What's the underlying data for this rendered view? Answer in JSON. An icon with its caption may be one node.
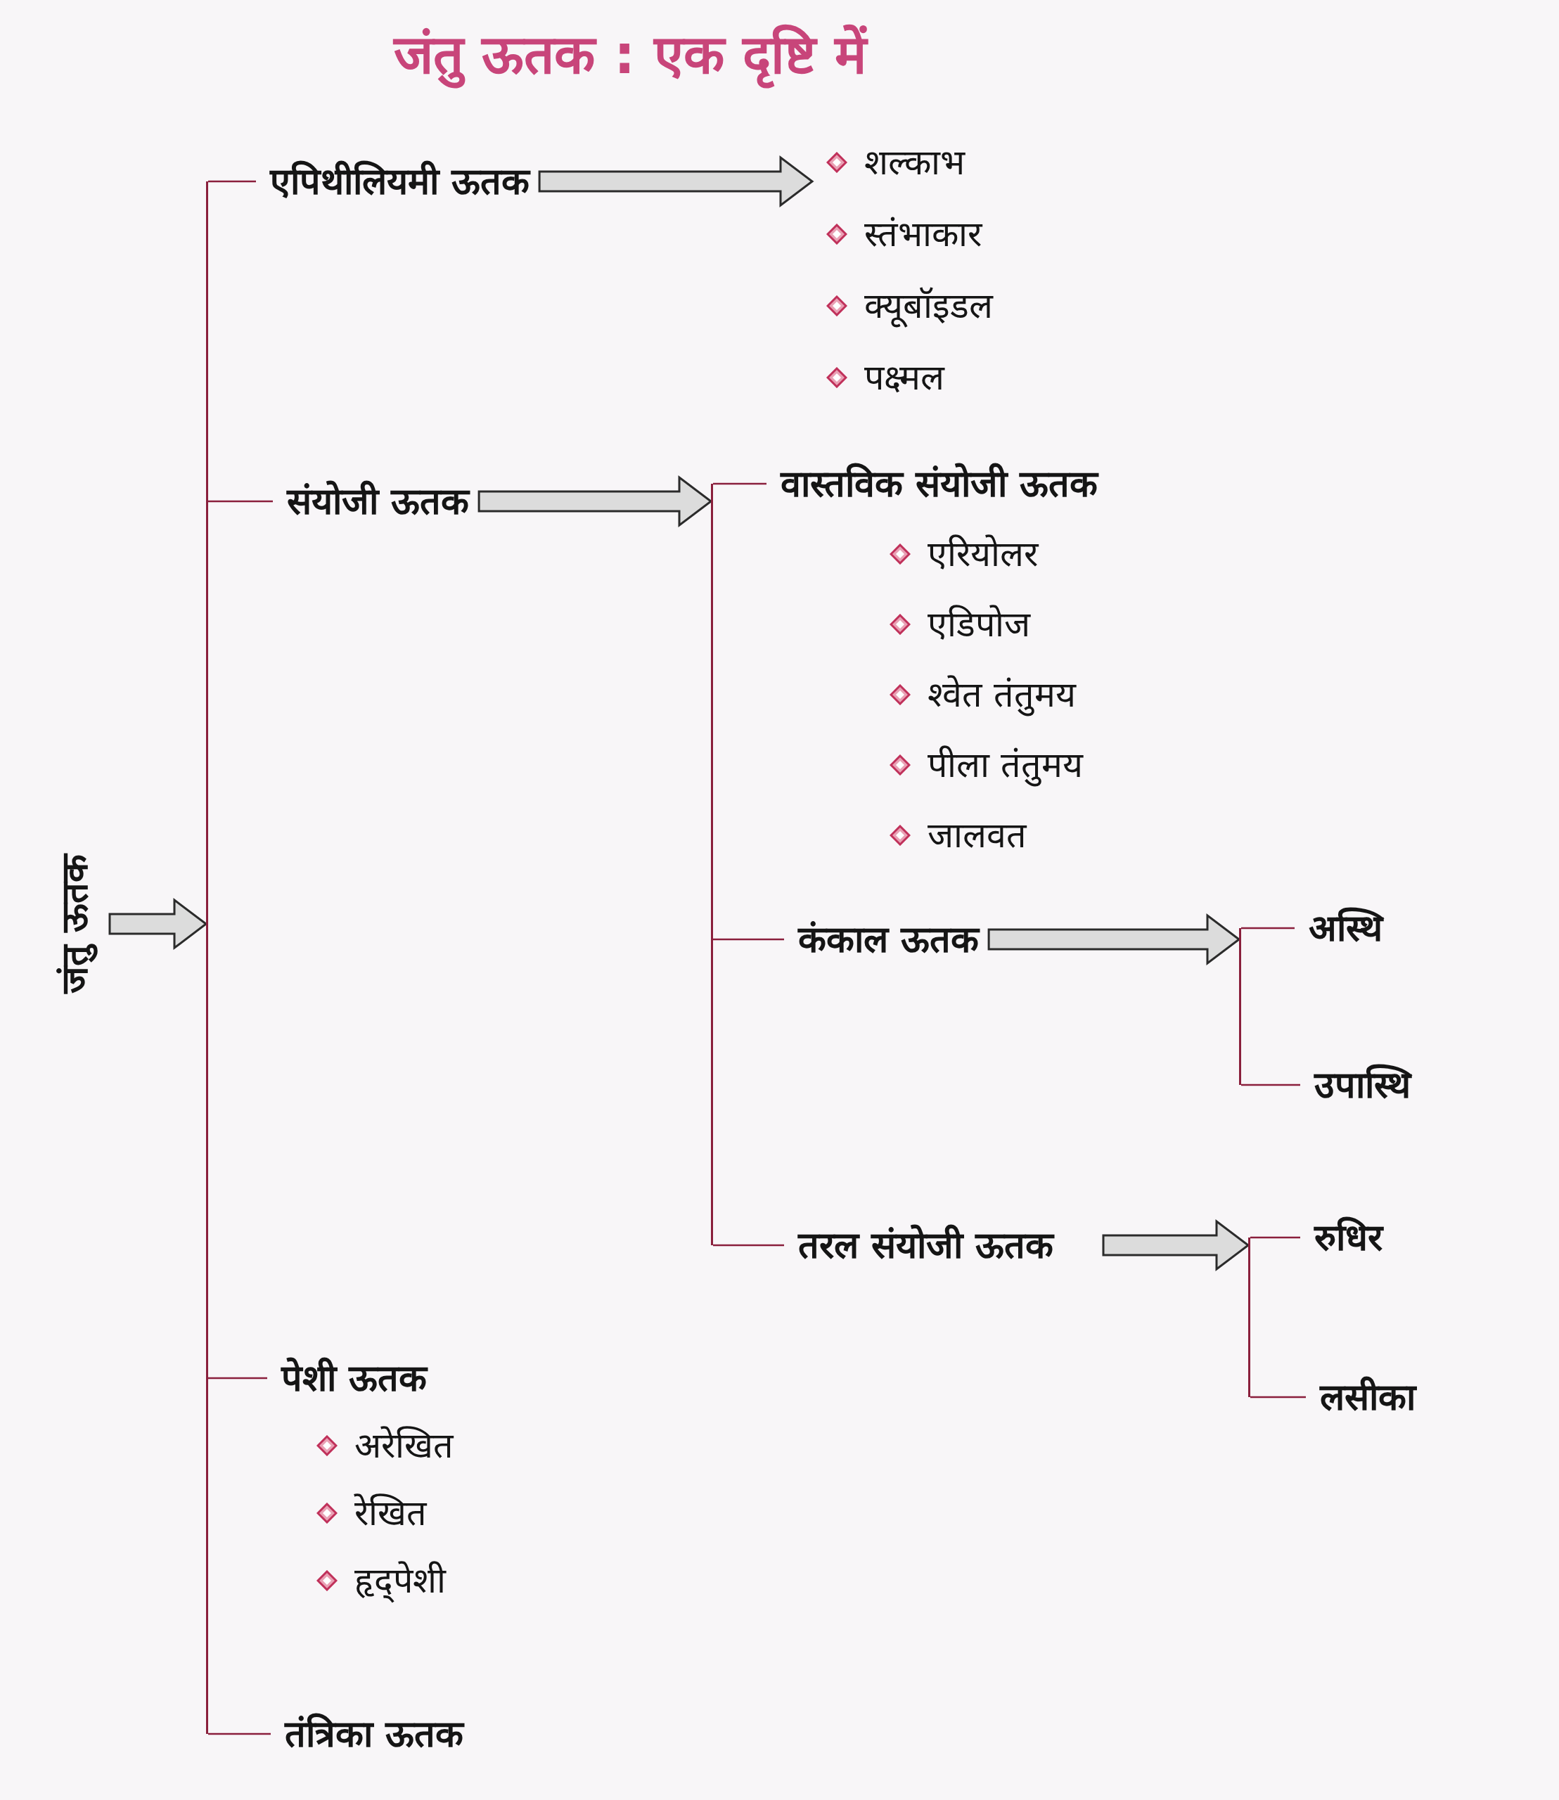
{
  "diagram": {
    "title": "जंतु ऊतक : एक दृष्टि में",
    "nodes": [
      {
        "text": [
          "जंतु ऊतक"
        ]
      },
      {
        "text": [
          "एपिथीलियमी ऊतक"
        ]
      },
      {
        "text": [
          "शल्काभ",
          "स्तंभाकार",
          "क्यूबॉइडल",
          "पक्ष्मल"
        ]
      },
      {
        "text": [
          "संयोजी ऊतक"
        ]
      },
      {
        "text": [
          "वास्तविक संयोजी ऊतक",
          "एरियोलर",
          "एडिपोज",
          "श्वेत तंतुमय",
          "पीला तंतुमय",
          "जालवत"
        ]
      },
      {
        "text": [
          "कंकाल ऊतक"
        ]
      },
      {
        "text": [
          "अस्थि"
        ]
      },
      {
        "text": [
          "उपास्थि"
        ]
      },
      {
        "text": [
          "तरल संयोजी ऊतक"
        ]
      },
      {
        "text": [
          "रुधिर"
        ]
      },
      {
        "text": [
          "लसीका"
        ]
      },
      {
        "text": [
          "पेशी ऊतक",
          "अरेखित",
          "रेखित",
          "हृद्पेशी"
        ]
      },
      {
        "text": [
          "तंत्रिका ऊतक"
        ]
      },
      {
        "text": [],
        "shape": "bar"
      },
      {
        "text": [],
        "shape": "bar"
      },
      {
        "text": [],
        "shape": "bar"
      },
      {
        "text": [],
        "shape": "bar"
      }
    ],
    "edges": [
      {
        "from": 0,
        "to": 13,
        "arrow": "to"
      },
      {
        "from": 13,
        "to": 1,
        "arrow": "none"
      },
      {
        "from": 13,
        "to": 3,
        "arrow": "none"
      },
      {
        "from": 13,
        "to": 11,
        "arrow": "none"
      },
      {
        "from": 13,
        "to": 12,
        "arrow": "none"
      },
      {
        "from": 1,
        "to": 2,
        "arrow": "to"
      },
      {
        "from": 3,
        "to": 14,
        "arrow": "to"
      },
      {
        "from": 14,
        "to": 4,
        "arrow": "none"
      },
      {
        "from": 14,
        "to": 5,
        "arrow": "none"
      },
      {
        "from": 14,
        "to": 8,
        "arrow": "none"
      },
      {
        "from": 5,
        "to": 15,
        "arrow": "to"
      },
      {
        "from": 15,
        "to": 6,
        "arrow": "none"
      },
      {
        "from": 15,
        "to": 7,
        "arrow": "none"
      },
      {
        "from": 8,
        "to": 16,
        "arrow": "to"
      },
      {
        "from": 16,
        "to": 9,
        "arrow": "none"
      },
      {
        "from": 16,
        "to": 10,
        "arrow": "none"
      }
    ]
  }
}
